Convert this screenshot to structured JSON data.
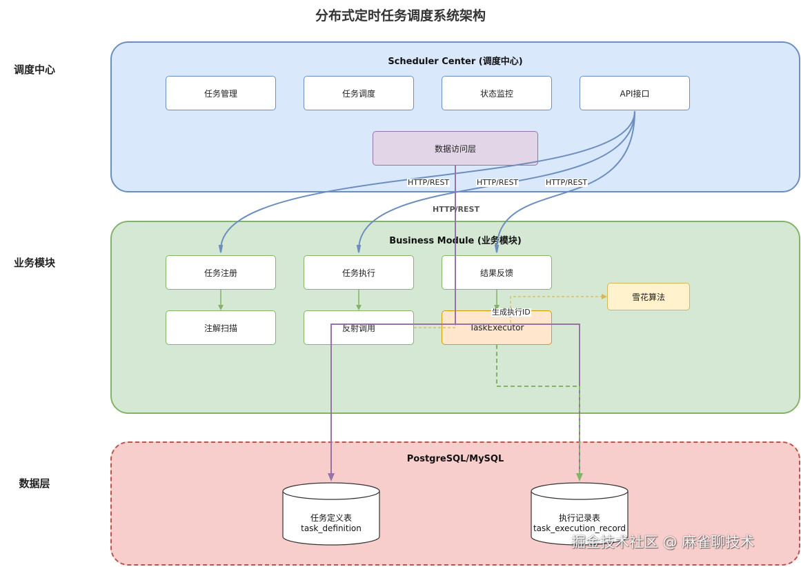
{
  "title": "分布式定时任务调度系统架构",
  "side_labels": {
    "scheduler": "调度中心",
    "business": "业务模块",
    "data": "数据层"
  },
  "scheduler_center": {
    "title": "Scheduler Center (调度中心)",
    "boxes": [
      "任务管理",
      "任务调度",
      "状态监控",
      "API接口"
    ],
    "data_access": "数据访问层"
  },
  "connection_label": "HTTP/REST",
  "edge_labels": [
    "HTTP/REST",
    "HTTP/REST",
    "HTTP/REST"
  ],
  "business_module": {
    "title": "Business Module (业务模块)",
    "row1": [
      "任务注册",
      "任务执行",
      "结果反馈"
    ],
    "row2": [
      "注解扫描",
      "反射调用",
      "TaskExecutor"
    ],
    "snowflake": "雪花算法",
    "generate_id_label": "生成执行ID"
  },
  "data_layer": {
    "title": "PostgreSQL/MySQL",
    "tables": [
      {
        "name": "任务定义表",
        "id": "task_definition"
      },
      {
        "name": "执行记录表",
        "id": "task_execution_record"
      }
    ]
  },
  "watermark": "掘金技术社区 @ 麻雀聊技术",
  "colors": {
    "scheduler_fill": "#dae8fc",
    "scheduler_stroke": "#6c8ebf",
    "business_fill": "#d5e8d4",
    "business_stroke": "#82b366",
    "data_fill": "#f8cecc",
    "data_stroke": "#b85450",
    "data_access_fill": "#e1d5e7",
    "data_access_stroke": "#9673a6",
    "executor_fill": "#ffe6cc",
    "executor_stroke": "#d79b00",
    "snowflake_fill": "#fff2cc",
    "snowflake_stroke": "#d6b656"
  }
}
